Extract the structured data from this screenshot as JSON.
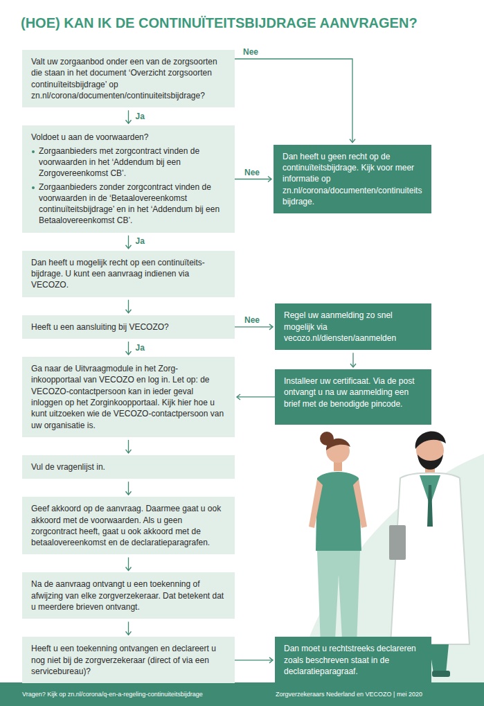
{
  "diagram": {
    "title": "(HOE) KAN IK DE CONTINUÏTEITSBIJDRAGE AANVRAGEN?",
    "nodes": [
      {
        "text": [
          "Valt uw zorgaanbod onder een van de zorgsoorten die staan in het document ‘Overzicht zorgsoorten continuïteitsbijdrage’ op zn.nl/corona/documenten/continuiteitsbijdrage?"
        ]
      },
      {
        "text": [
          "Voldoet u aan de voorwaarden?",
          "Zorgaanbieders met zorgcontract vinden de voorwaarden in het ‘Addendum bij een Zorgovereenkomst CB’.",
          "Zorgaanbieders zonder zorgcontract vinden de voorwaarden in de ‘Betaalovereenkomst continuïteitsbijdrage’ en in het ‘Addendum bij een Betaalovereenkomst CB’."
        ]
      },
      {
        "text": [
          "Dan heeft u geen recht op de continuïteitsbijdrage. Kijk voor meer informatie op zn.nl/corona/documenten/continuiteitsbijdrage."
        ]
      },
      {
        "text": [
          "Dan heeft u mogelijk recht op een continuïteits-bijdrage. U kunt een aanvraag indienen via VECOZO."
        ]
      },
      {
        "text": [
          "Heeft u een aansluiting bij VECOZO?"
        ]
      },
      {
        "text": [
          "Regel uw aanmelding zo snel mogelijk via vecozo.nl/diensten/aanmelden"
        ]
      },
      {
        "text": [
          "Ga naar de Uitvraagmodule in het Zorg-inkoopportaal van VECOZO en log in. Let op: de VECOZO-contactpersoon kan in ieder geval inloggen op het Zorginkoopportaal. Kijk hier hoe u kunt uitzoeken wie de VECOZO-contactpersoon van uw organisatie is."
        ]
      },
      {
        "text": [
          "Installeer uw certificaat. Via de post ontvangt u na uw aanmelding een brief met de benodigde pincode."
        ]
      },
      {
        "text": [
          "Vul de vragenlijst in."
        ]
      },
      {
        "text": [
          "Geef akkoord op de aanvraag. Daarmee gaat u ook akkoord met de voorwaarden. Als u geen zorgcontract heeft, gaat u ook akkoord met de betaalovereenkomst en de declaratieparagrafen."
        ]
      },
      {
        "text": [
          "Na de aanvraag ontvangt u een toekenning of afwijzing van elke zorgverzekeraar. Dat betekent dat u meerdere brieven ontvangt."
        ]
      },
      {
        "text": [
          "Heeft u een toekenning ontvangen en declareert u nog niet bij de zorgverzekeraar (direct of via een servicebureau)?"
        ]
      },
      {
        "text": [
          "Dan moet u rechtstreeks declareren zoals beschreven staat in de declaratieparagraaf."
        ]
      }
    ],
    "edges": [
      {
        "from": 0,
        "to": 1,
        "label": "Ja",
        "arrow": "to"
      },
      {
        "from": 0,
        "to": 2,
        "label": "Nee",
        "arrow": "to"
      },
      {
        "from": 1,
        "to": 2,
        "label": "Nee",
        "arrow": "to"
      },
      {
        "from": 1,
        "to": 3,
        "label": "Ja",
        "arrow": "to"
      },
      {
        "from": 3,
        "to": 4,
        "arrow": "to"
      },
      {
        "from": 4,
        "to": 5,
        "label": "Nee",
        "arrow": "to"
      },
      {
        "from": 4,
        "to": 6,
        "label": "Ja",
        "arrow": "to"
      },
      {
        "from": 5,
        "to": 7,
        "arrow": "to"
      },
      {
        "from": 7,
        "to": 6,
        "arrow": "to"
      },
      {
        "from": 6,
        "to": 8,
        "arrow": "to"
      },
      {
        "from": 8,
        "to": 9,
        "arrow": "to"
      },
      {
        "from": 9,
        "to": 10,
        "arrow": "to"
      },
      {
        "from": 10,
        "to": 11,
        "arrow": "to"
      },
      {
        "from": 11,
        "to": 12,
        "arrow": "to"
      }
    ],
    "labels": [
      "Vragen? Kijk op zn.nl/corona/q-en-a-regeling-continuiteitsbijdrage",
      "Zorgverzekeraars Nederland en VECOZO | mei 2020"
    ]
  }
}
